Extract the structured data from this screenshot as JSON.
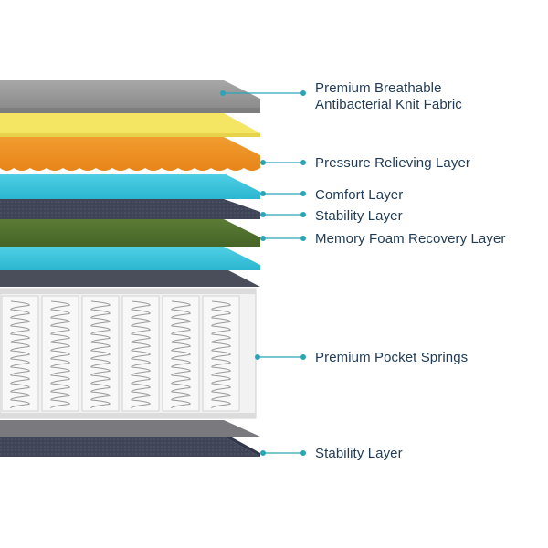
{
  "colors": {
    "label_text": "#1f3b55",
    "leader_line": "#2aa5b8",
    "knit_fabric": "#9a9a9a",
    "yellow_layer": "#f3e45a",
    "pressure_foam": "#ef9223",
    "comfort_foam": "#3cc4dc",
    "stability_fabric": "#3f4254",
    "memory_foam": "#4f6e2d",
    "spring_core": "#ececec",
    "base_fabric": "#414657"
  },
  "labels": {
    "knit_fabric_line1": "Premium Breathable",
    "knit_fabric_line2": "Antibacterial Knit Fabric",
    "pressure_relieving": "Pressure Relieving Layer",
    "comfort": "Comfort Layer",
    "stability_top": "Stability Layer",
    "memory_foam": "Memory Foam Recovery Layer",
    "pocket_springs": "Premium Pocket Springs",
    "stability_bottom": "Stability Layer"
  }
}
